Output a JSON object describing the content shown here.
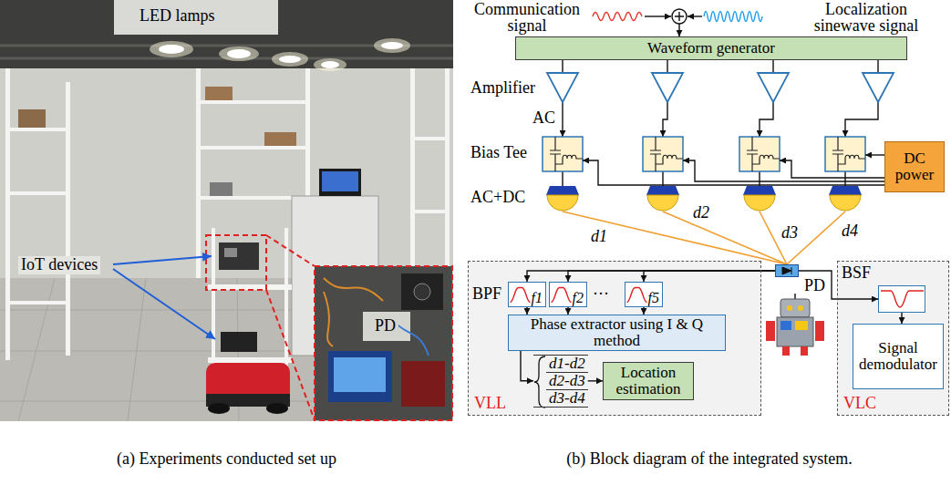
{
  "diagram": {
    "nodes": [
      {
        "text": [
          "Waveform generator"
        ]
      },
      {
        "text": [
          "DC power"
        ]
      },
      {
        "text": [
          "PD"
        ]
      },
      {
        "text": [
          "VLL"
        ]
      },
      {
        "text": [
          "f1"
        ],
        "in": 3
      },
      {
        "text": [
          "f2"
        ],
        "in": 3
      },
      {
        "text": [
          "f5"
        ],
        "in": 3
      },
      {
        "text": [
          "Phase extractor using I & Q method"
        ],
        "in": 3
      },
      {
        "text": [
          "d1-d2",
          "d2-d3",
          "d3-d4"
        ],
        "in": 3
      },
      {
        "text": [
          "Location estimation"
        ],
        "in": 3
      },
      {
        "text": [
          "VLC"
        ]
      },
      {
        "text": [
          "BSF"
        ],
        "in": 10
      },
      {
        "text": [
          "Signal demodulator"
        ],
        "in": 10
      }
    ],
    "edges": [
      {
        "from": 2,
        "to": 4,
        "arrow": "to"
      },
      {
        "from": 2,
        "to": 5,
        "arrow": "to"
      },
      {
        "from": 2,
        "to": 6,
        "arrow": "to"
      },
      {
        "from": 2,
        "to": 11,
        "arrow": "to"
      },
      {
        "from": 4,
        "to": 7,
        "arrow": "to"
      },
      {
        "from": 5,
        "to": 7,
        "arrow": "to"
      },
      {
        "from": 6,
        "to": 7,
        "arrow": "to"
      },
      {
        "from": 7,
        "to": 8,
        "arrow": "to"
      },
      {
        "from": 8,
        "to": 9,
        "arrow": "to"
      },
      {
        "from": 11,
        "to": 12,
        "arrow": "to"
      }
    ],
    "labels": [
      "Communication signal",
      "Localization sinewave signal",
      "Amplifier",
      "AC",
      "Bias Tee",
      "AC+DC",
      "d1",
      "d2",
      "d3",
      "d4",
      "BPF",
      "···",
      "LED lamps",
      "IoT devices",
      "PD",
      "(a) Experiments conducted set up",
      "(b) Block diagram of the integrated system."
    ]
  }
}
